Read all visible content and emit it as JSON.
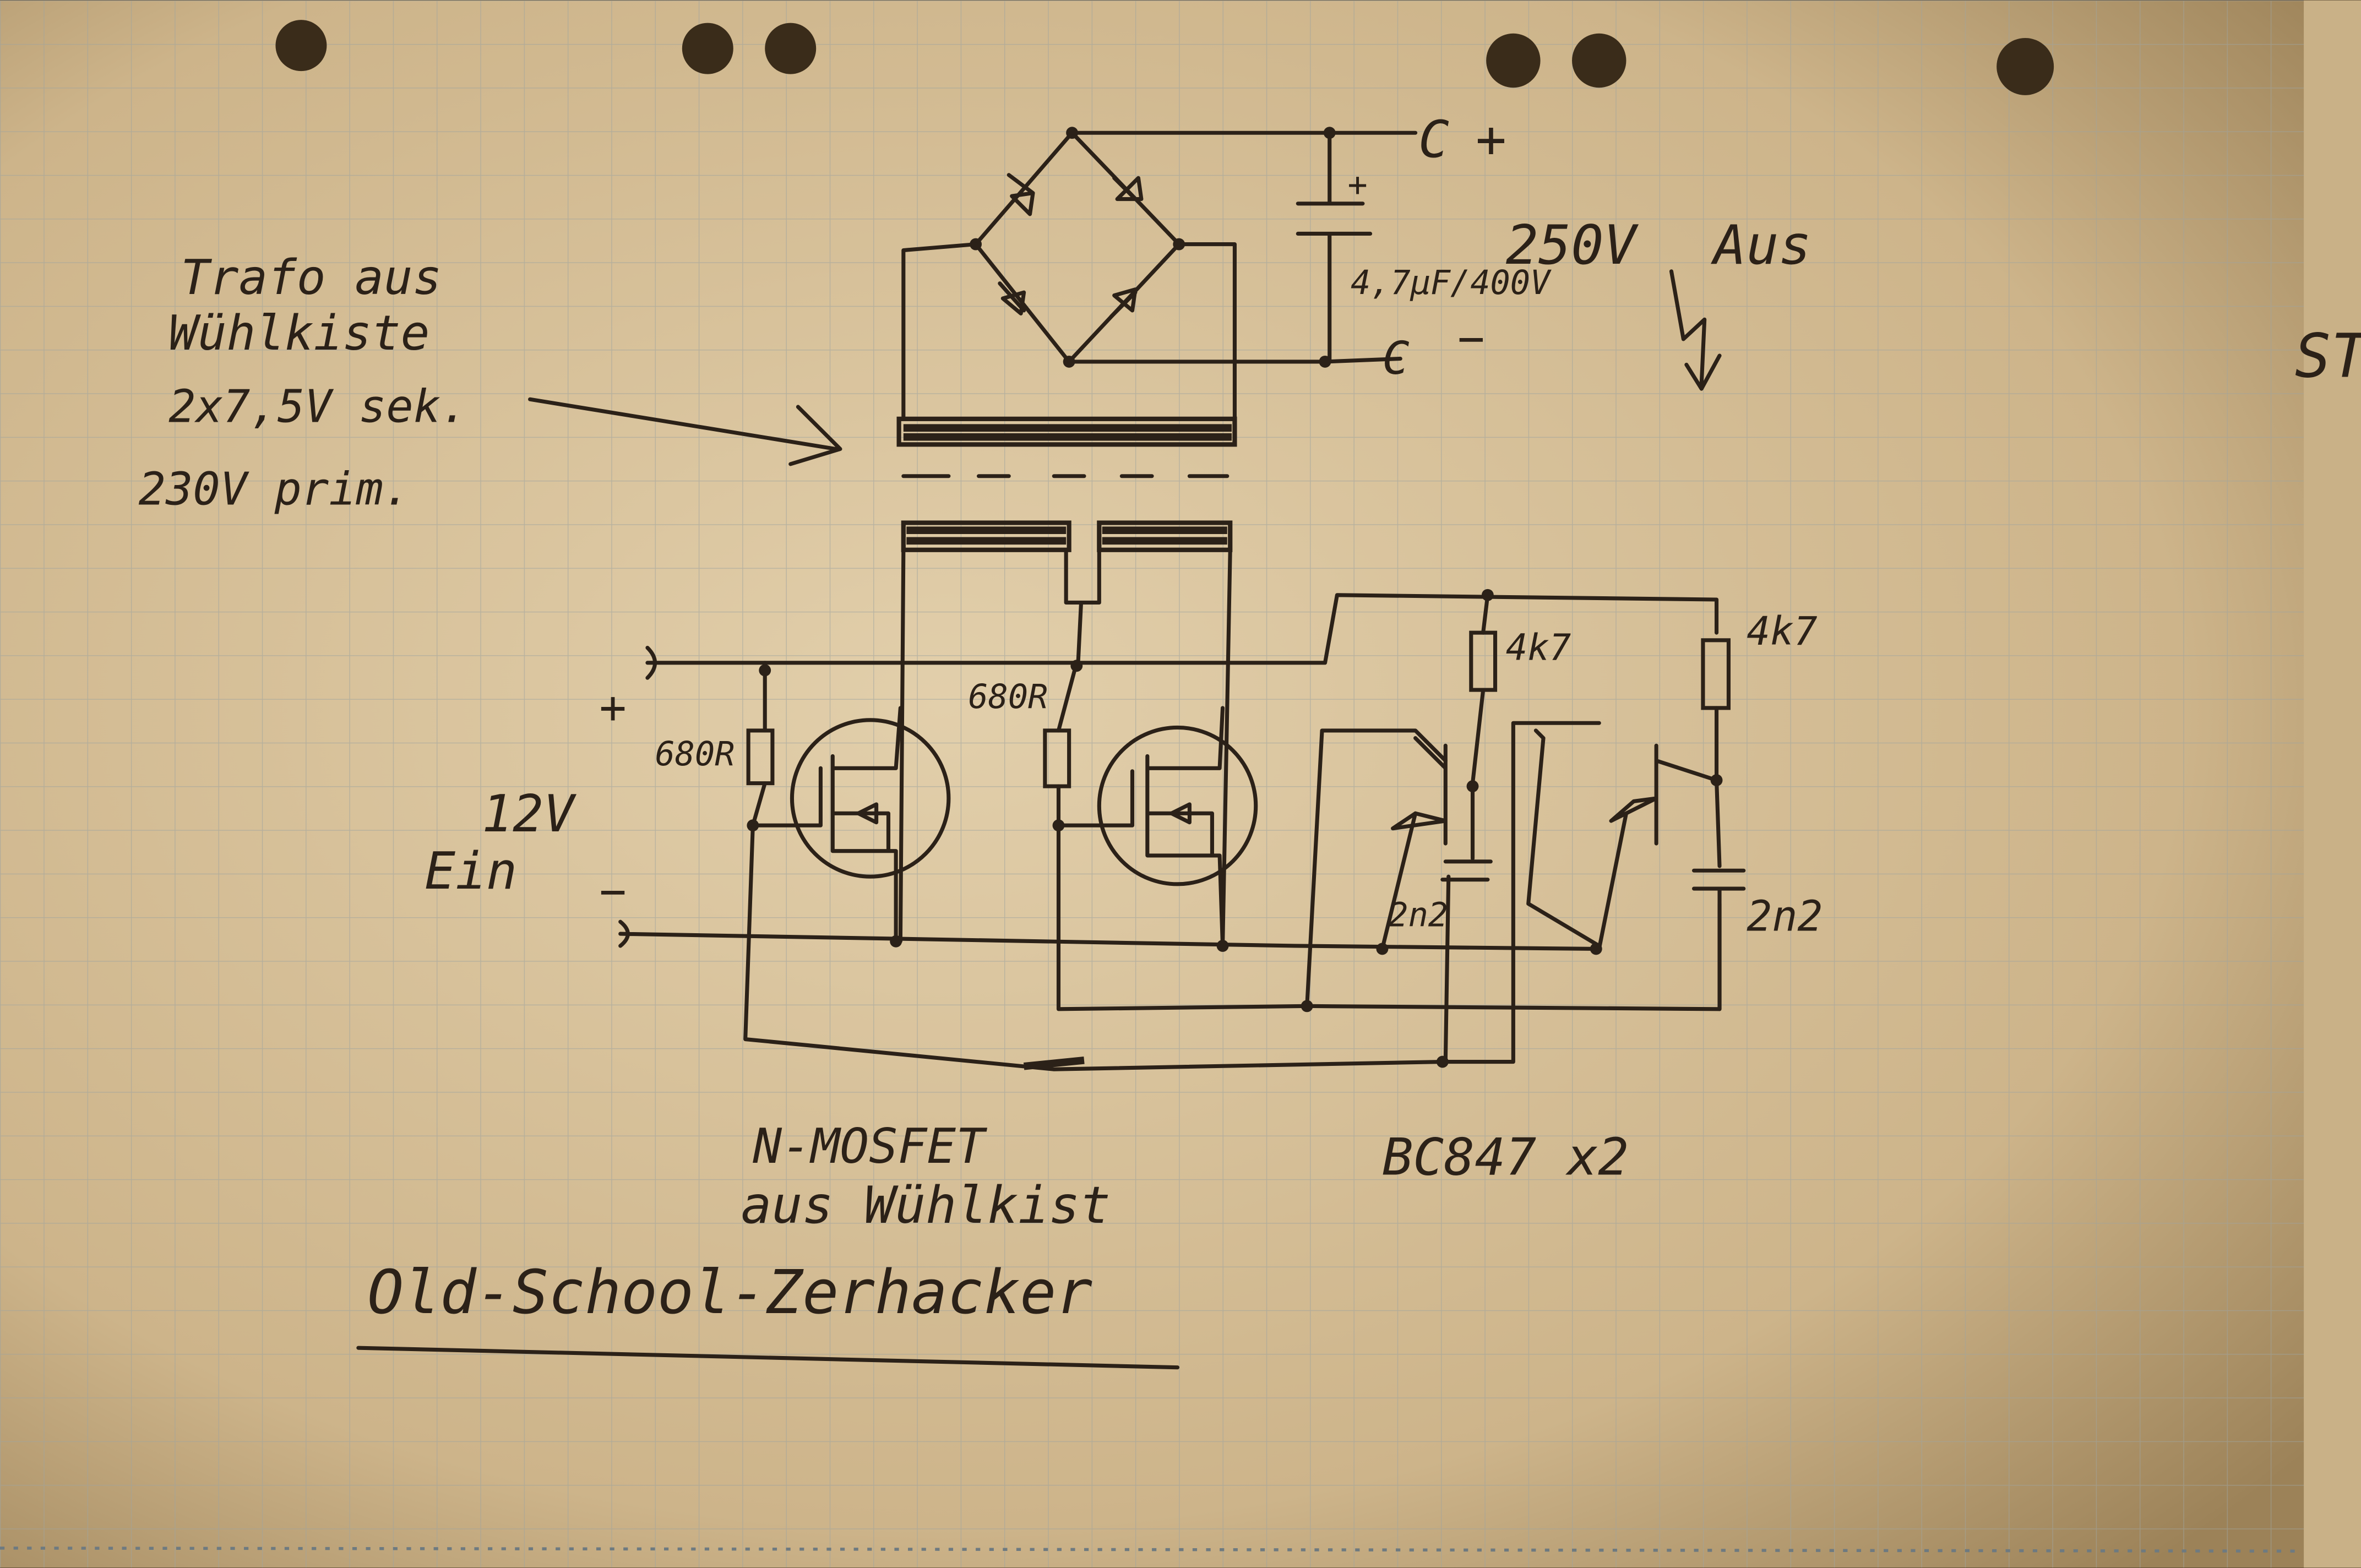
{
  "photo": {
    "paper_color": "#d8c29c",
    "grid_color": "#9aa0a0",
    "ink_color": "#2b2118"
  },
  "notes": {
    "transformer_label_line1": "Trafo aus",
    "transformer_label_line2": "Wühlkiste",
    "transformer_secondary": "2x7,5V sek.",
    "transformer_primary": "230V prim.",
    "output_voltage": "250V",
    "output_label": "Aus",
    "capacitor_value": "4,7µF/400V",
    "cap_plus_marker": "+",
    "output_plus_terminal": "C",
    "output_plus_sign": "+",
    "output_minus_terminal": "C",
    "output_minus_sign": "−",
    "input_voltage": "12V",
    "input_label": "Ein",
    "input_plus": "+",
    "input_minus": "−",
    "gate_resistor_1": "680R",
    "gate_resistor_2": "680R",
    "collector_resistor_1": "4k7",
    "collector_resistor_2": "4k7",
    "capacitor_1": "2n2",
    "capacitor_2": "2n2",
    "mosfet_label_line1": "N-MOSFET",
    "mosfet_label_line2": "aus Wühlkist",
    "transistor_label": "BC847  x2",
    "title": "Old-School-Zerhacker",
    "edge_fragment": "ST"
  }
}
